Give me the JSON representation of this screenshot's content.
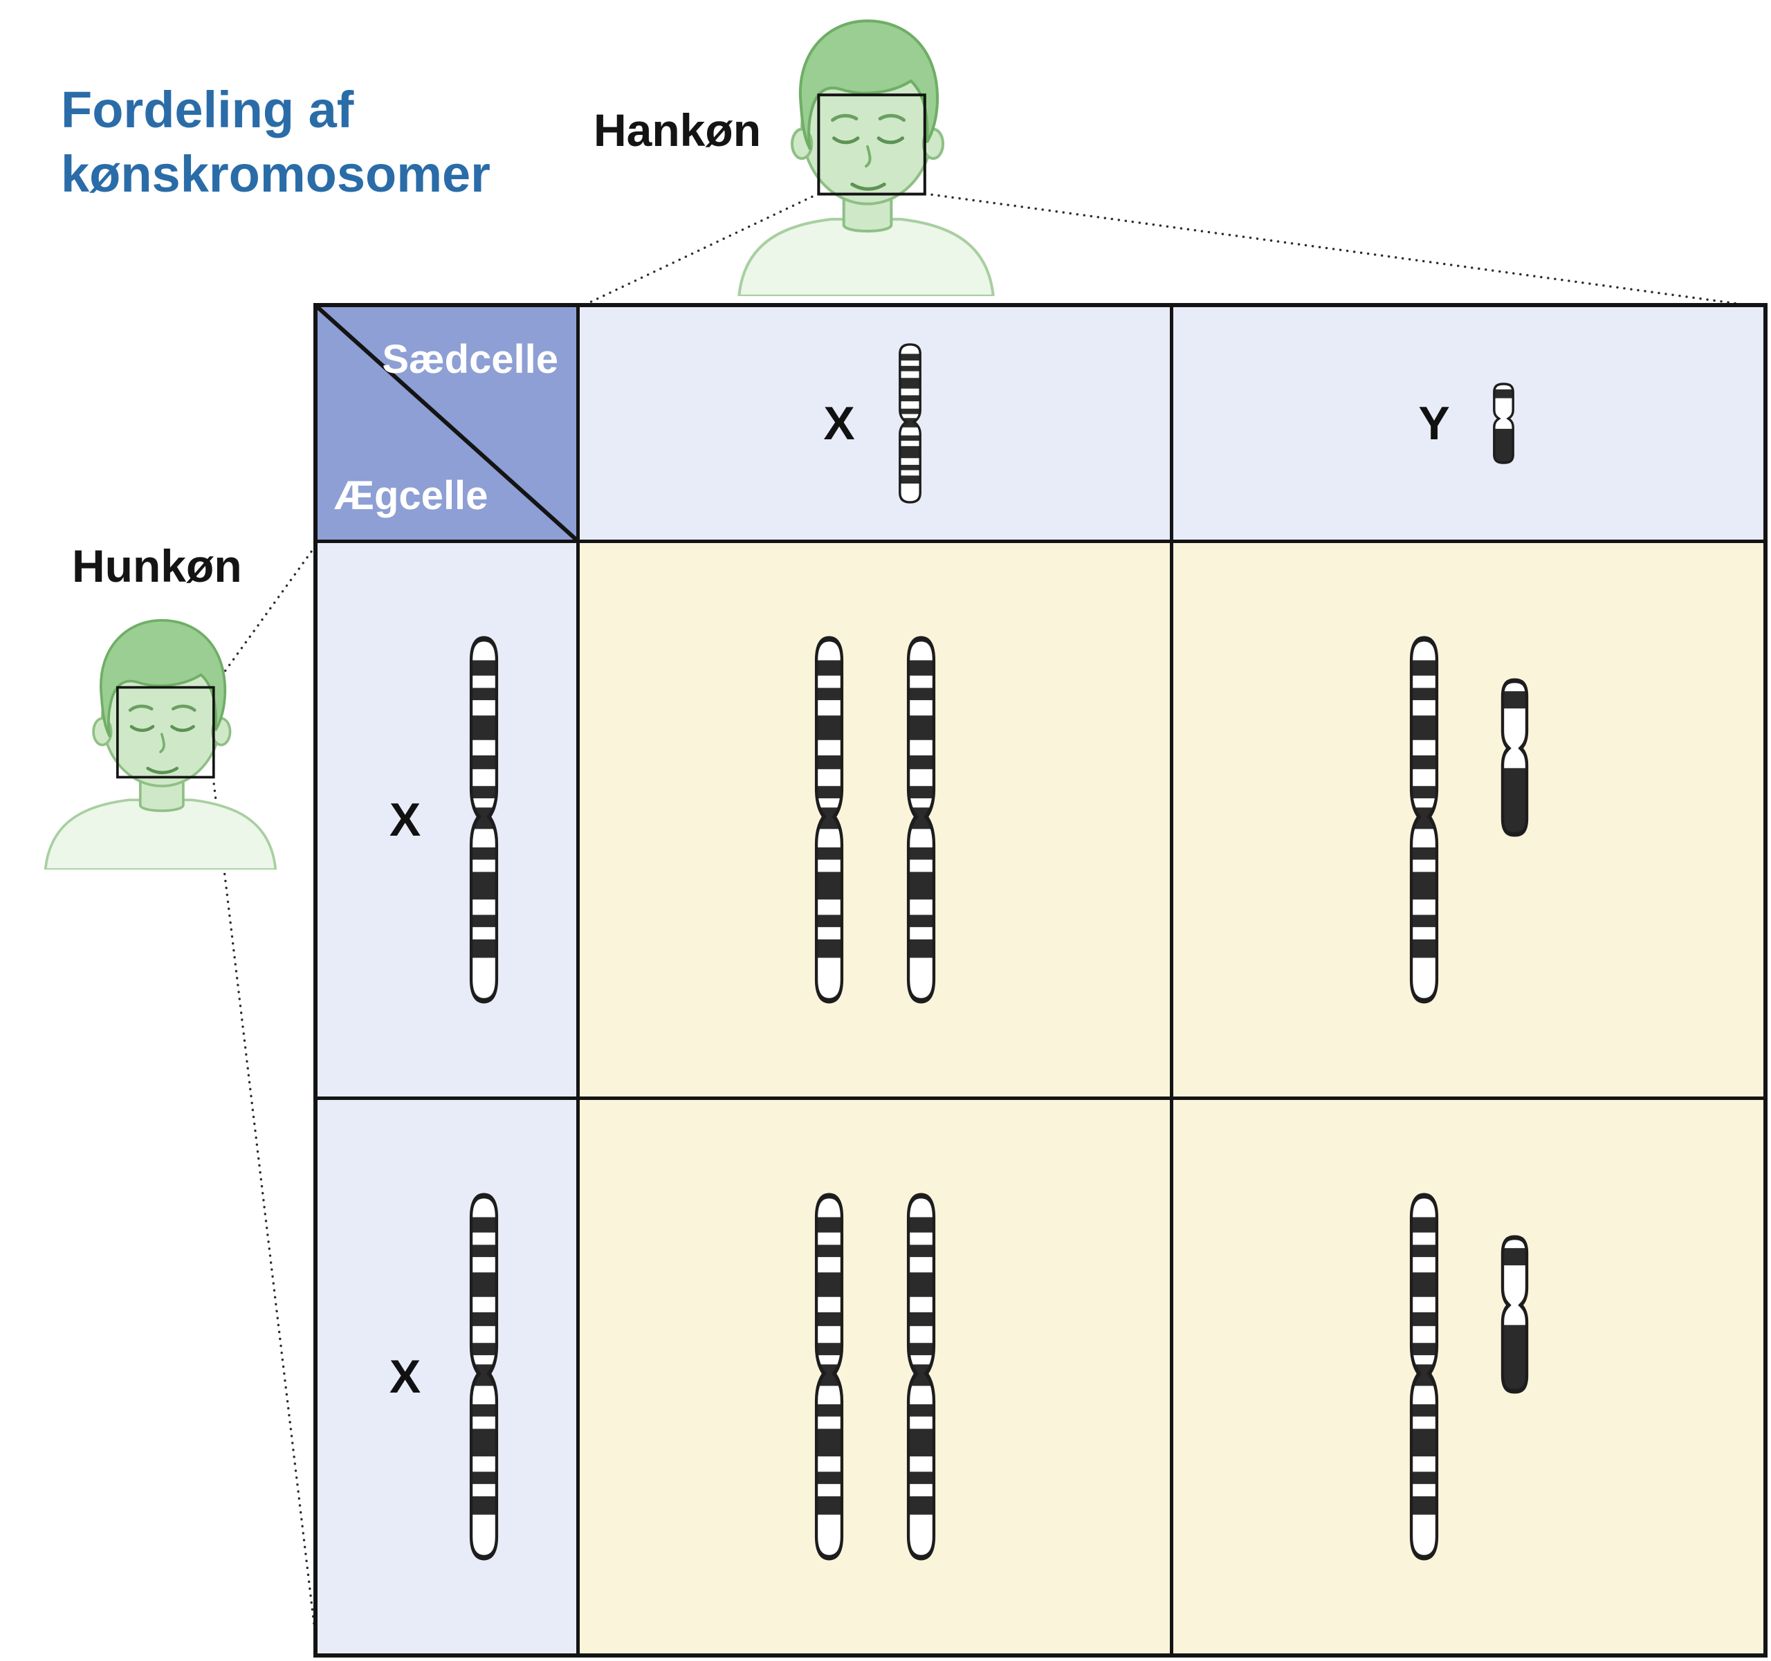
{
  "title": "Fordeling af kønskromosomer",
  "labels": {
    "male": "Hankøn",
    "female": "Hunkøn"
  },
  "punnett": {
    "corner": {
      "top": "Sædcelle",
      "bottom": "Ægcelle"
    },
    "sperm_cells": [
      {
        "label": "X",
        "chromosomes": [
          "X"
        ]
      },
      {
        "label": "Y",
        "chromosomes": [
          "Y"
        ]
      }
    ],
    "egg_cells": [
      {
        "label": "X",
        "chromosomes": [
          "X"
        ]
      },
      {
        "label": "X",
        "chromosomes": [
          "X"
        ]
      }
    ],
    "offspring_cells": [
      {
        "chromosomes": [
          "X",
          "X"
        ]
      },
      {
        "chromosomes": [
          "X",
          "Y"
        ]
      },
      {
        "chromosomes": [
          "X",
          "X"
        ]
      },
      {
        "chromosomes": [
          "X",
          "Y"
        ]
      }
    ]
  },
  "icons": {
    "X": "x-chromosome-icon",
    "Y": "y-chromosome-icon"
  },
  "colors": {
    "title_blue": "#2a6ca8",
    "corner_purple": "#8d9fd4",
    "gamete_cell_blue": "#e8ecf8",
    "offspring_cell_cream": "#faf4db",
    "border_black": "#141414",
    "figure_hair_green": "#9bce92",
    "figure_skin_green": "#cfe9c8"
  }
}
